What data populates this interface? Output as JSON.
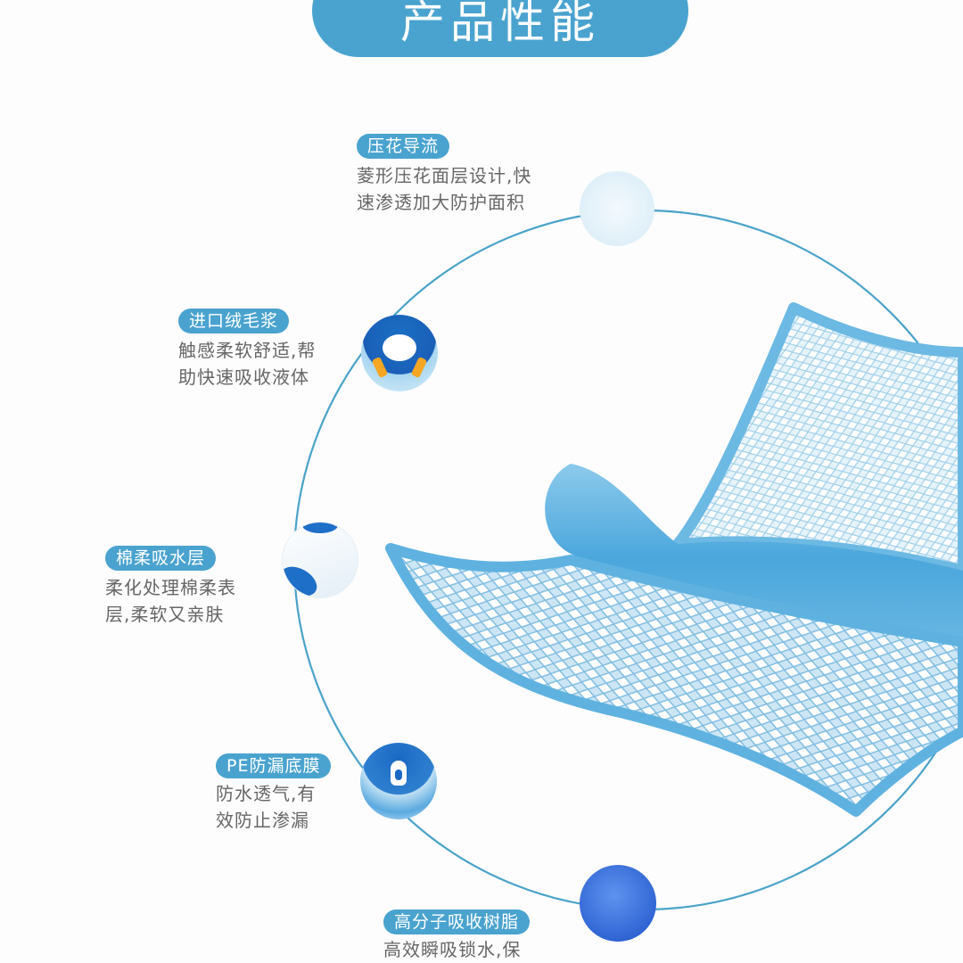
{
  "header": {
    "title": "产品性能"
  },
  "features": [
    {
      "tag": "压花导流",
      "line1": "菱形压花面层设计,快",
      "line2": "速渗透加大防护面积",
      "icon": "embossed-texture-icon"
    },
    {
      "tag": "进口绒毛浆",
      "line1": "触感柔软舒适,帮",
      "line2": "助快速吸收液体",
      "icon": "cotton-pulp-icon"
    },
    {
      "tag": "棉柔吸水层",
      "line1": "柔化处理棉柔表",
      "line2": "层,柔软又亲肤",
      "icon": "soft-layer-icon"
    },
    {
      "tag": "PE防漏底膜",
      "line1": "防水透气,有",
      "line2": "效防止渗漏",
      "icon": "waterproof-film-icon"
    },
    {
      "tag": "高分子吸收树脂",
      "line1": "高效瞬吸锁水,保",
      "line2": "",
      "icon": "polymer-resin-icon"
    }
  ],
  "colors": {
    "accent": "#4aa3cf",
    "ring": "#4aa3c8",
    "text": "#666666",
    "pad": "#5bb0da"
  }
}
